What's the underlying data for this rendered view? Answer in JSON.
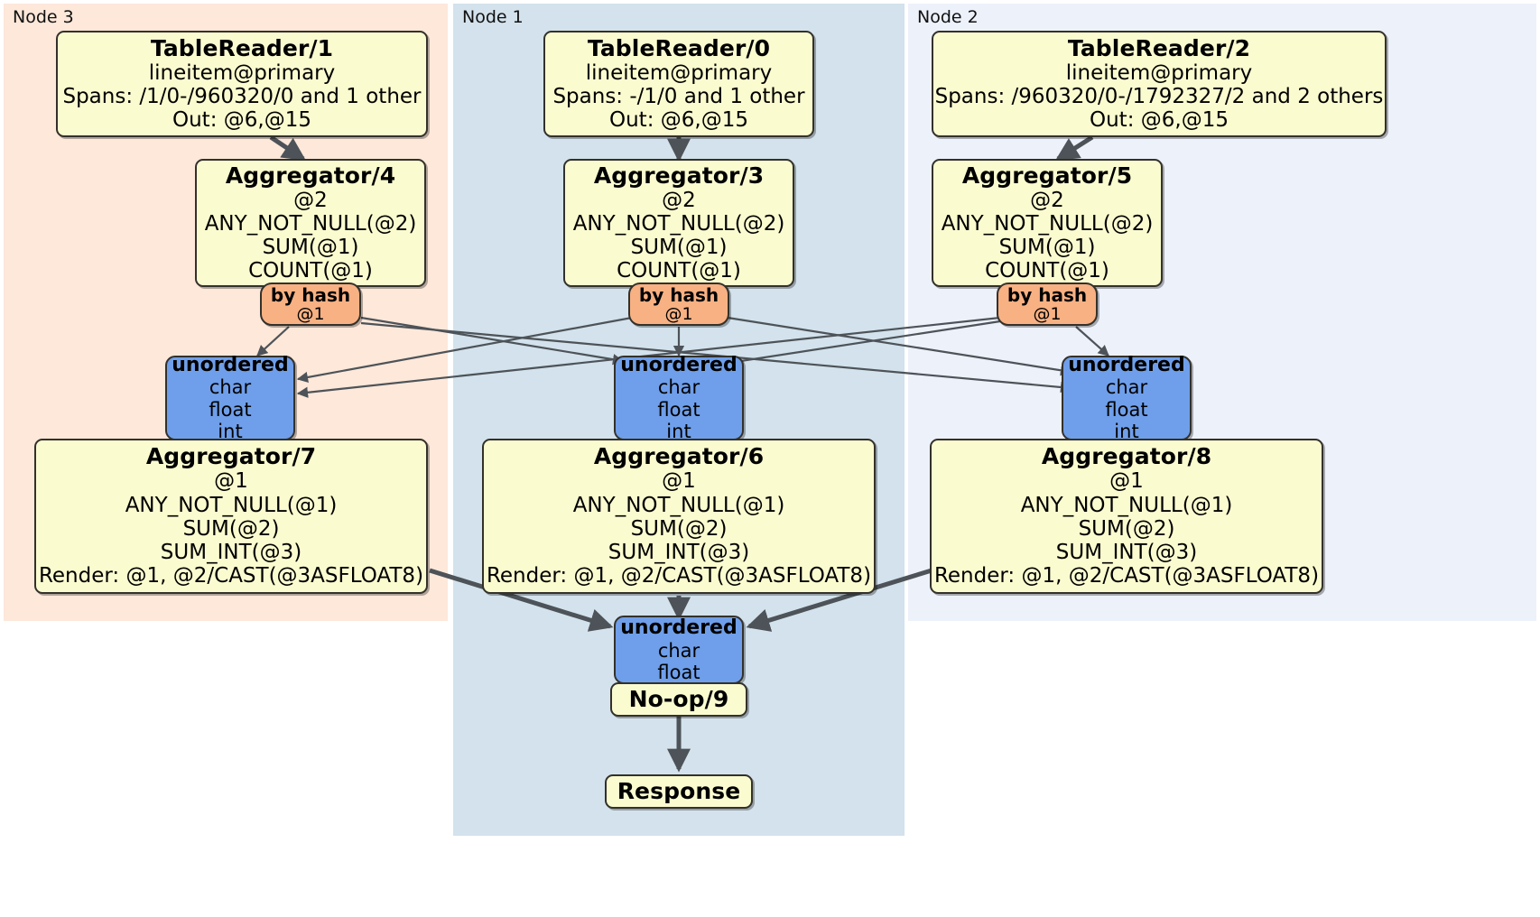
{
  "diagram": {
    "type": "distributed-query-plan",
    "colors": {
      "node3_bg": "#fde8da",
      "node1_bg": "#d3e2ec",
      "node2_bg": "#edf1fa",
      "processor_bg": "#fbfbd0",
      "router_bg": "#f8b183",
      "receiver_bg": "#6f9fea",
      "edge": "#4d5358",
      "border": "#33312b"
    }
  },
  "panels": [
    {
      "id": "node3",
      "label": "Node 3"
    },
    {
      "id": "node1",
      "label": "Node 1"
    },
    {
      "id": "node2",
      "label": "Node 2"
    }
  ],
  "readers": [
    {
      "title": "TableReader/1",
      "table": "lineitem@primary",
      "spans": "Spans: /1/0-/960320/0 and 1 other",
      "out": "Out: @6,@15"
    },
    {
      "title": "TableReader/0",
      "table": "lineitem@primary",
      "spans": "Spans: -/1/0 and 1 other",
      "out": "Out: @6,@15"
    },
    {
      "title": "TableReader/2",
      "table": "lineitem@primary",
      "spans": "Spans: /960320/0-/1792327/2 and 2 others",
      "out": "Out: @6,@15"
    }
  ],
  "stage1_aggregators": [
    {
      "title": "Aggregator/4",
      "group": "@2",
      "agg1": "ANY_NOT_NULL(@2)",
      "agg2": "SUM(@1)",
      "agg3": "COUNT(@1)"
    },
    {
      "title": "Aggregator/3",
      "group": "@2",
      "agg1": "ANY_NOT_NULL(@2)",
      "agg2": "SUM(@1)",
      "agg3": "COUNT(@1)"
    },
    {
      "title": "Aggregator/5",
      "group": "@2",
      "agg1": "ANY_NOT_NULL(@2)",
      "agg2": "SUM(@1)",
      "agg3": "COUNT(@1)"
    }
  ],
  "routers": [
    {
      "title": "by hash",
      "column": "@1"
    },
    {
      "title": "by hash",
      "column": "@1"
    },
    {
      "title": "by hash",
      "column": "@1"
    }
  ],
  "receivers": [
    {
      "title": "unordered",
      "t1": "char",
      "t2": "float",
      "t3": "int"
    },
    {
      "title": "unordered",
      "t1": "char",
      "t2": "float",
      "t3": "int"
    },
    {
      "title": "unordered",
      "t1": "char",
      "t2": "float",
      "t3": "int"
    }
  ],
  "stage2_aggregators": [
    {
      "title": "Aggregator/7",
      "group": "@1",
      "agg1": "ANY_NOT_NULL(@1)",
      "agg2": "SUM(@2)",
      "agg3": "SUM_INT(@3)",
      "render": "Render: @1, @2/CAST(@3ASFLOAT8)"
    },
    {
      "title": "Aggregator/6",
      "group": "@1",
      "agg1": "ANY_NOT_NULL(@1)",
      "agg2": "SUM(@2)",
      "agg3": "SUM_INT(@3)",
      "render": "Render: @1, @2/CAST(@3ASFLOAT8)"
    },
    {
      "title": "Aggregator/8",
      "group": "@1",
      "agg1": "ANY_NOT_NULL(@1)",
      "agg2": "SUM(@2)",
      "agg3": "SUM_INT(@3)",
      "render": "Render: @1, @2/CAST(@3ASFLOAT8)"
    }
  ],
  "final_receiver": {
    "title": "unordered",
    "t1": "char",
    "t2": "float"
  },
  "noop": {
    "title": "No-op/9"
  },
  "response": {
    "title": "Response"
  }
}
